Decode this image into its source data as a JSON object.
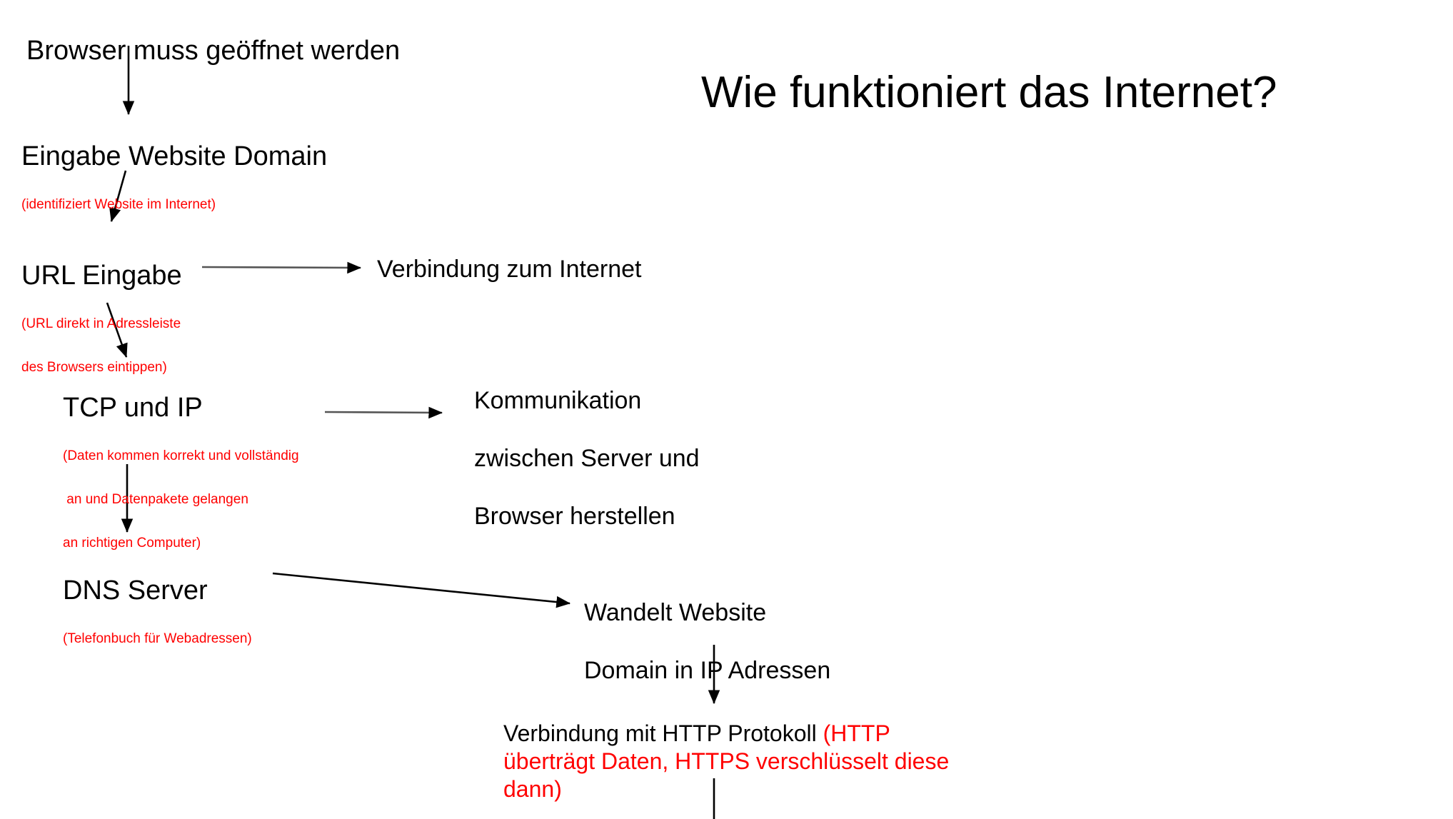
{
  "slide": {
    "title": "Wie funktioniert das Internet?",
    "background_color": "#ffffff",
    "accent_color": "#ff0000",
    "text_color": "#000000"
  },
  "nodes": {
    "browser": {
      "heading": "Browser muss geöffnet werden"
    },
    "domain": {
      "heading": "Eingabe Website Domain",
      "note": "(identifiziert Website im Internet)"
    },
    "url": {
      "heading": "URL Eingabe",
      "note_line1": "(URL direkt in Adressleiste",
      "note_line2": "des Browsers eintippen)"
    },
    "internet": {
      "text": "Verbindung zum Internet"
    },
    "tcpip": {
      "heading": "TCP und IP",
      "note_line1": "(Daten kommen korrekt und vollständig",
      "note_line2": " an und Datenpakete gelangen",
      "note_line3": "an richtigen Computer)"
    },
    "kommunikation": {
      "line1": "Kommunikation",
      "line2": "zwischen Server und",
      "line3": "Browser herstellen"
    },
    "dns": {
      "heading": "DNS Server",
      "note": "(Telefonbuch für Webadressen)"
    },
    "wandelt": {
      "line1": "Wandelt Website",
      "line2": "Domain in IP Adressen"
    },
    "http": {
      "black": "Verbindung mit HTTP Protokoll ",
      "red": "(HTTP überträgt Daten, HTTPS verschlüsselt diese dann)"
    }
  },
  "arrows": [
    {
      "name": "arrow-browser-to-domain",
      "kind": "vertical-down"
    },
    {
      "name": "arrow-domain-to-url",
      "kind": "diagonal-down-right"
    },
    {
      "name": "arrow-url-to-internet",
      "kind": "horizontal-right"
    },
    {
      "name": "arrow-url-to-tcpip",
      "kind": "diagonal-down-right"
    },
    {
      "name": "arrow-tcpip-to-kommunikation",
      "kind": "horizontal-right"
    },
    {
      "name": "arrow-tcpip-to-dns",
      "kind": "vertical-down"
    },
    {
      "name": "arrow-dns-to-wandelt",
      "kind": "diagonal-down-right"
    },
    {
      "name": "arrow-wandelt-to-http",
      "kind": "vertical-down"
    },
    {
      "name": "connector-http-down",
      "kind": "vertical-line-cropped"
    }
  ]
}
